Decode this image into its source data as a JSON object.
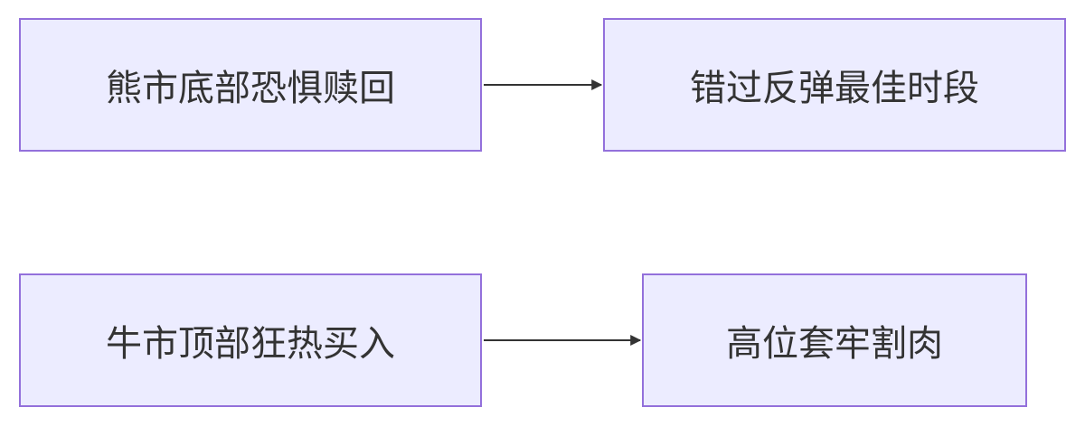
{
  "diagram": {
    "type": "flowchart",
    "direction": "LR",
    "nodes": [
      {
        "id": "A",
        "label": "熊市底部恐惧赎回"
      },
      {
        "id": "B",
        "label": "错过反弹最佳时段"
      },
      {
        "id": "C",
        "label": "牛市顶部狂热买入"
      },
      {
        "id": "D",
        "label": "高位套牢割肉"
      }
    ],
    "edges": [
      {
        "from": "A",
        "to": "B"
      },
      {
        "from": "C",
        "to": "D"
      }
    ],
    "colors": {
      "node_fill": "#ececff",
      "node_border": "#9370db",
      "text": "#333333",
      "edge": "#333333"
    }
  }
}
